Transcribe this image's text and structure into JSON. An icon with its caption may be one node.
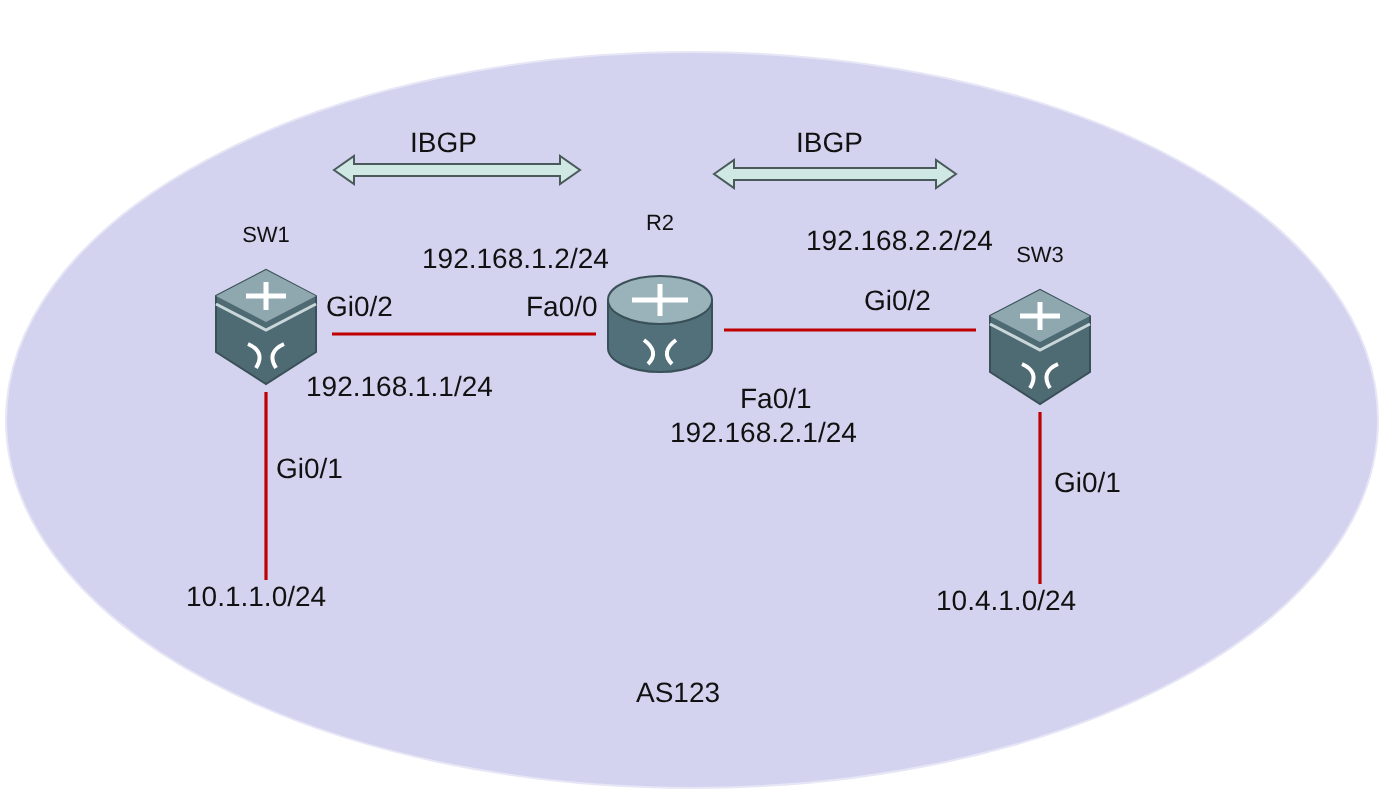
{
  "diagram": {
    "nodes": [
      {
        "text": [
          "AS123"
        ]
      },
      {
        "text": [
          "SW1"
        ],
        "in": 0
      },
      {
        "text": [
          "R2"
        ],
        "in": 0
      },
      {
        "text": [
          "SW3"
        ],
        "in": 0
      },
      {
        "text": [
          "10.1.1.0/24"
        ],
        "in": 0
      },
      {
        "text": [
          "10.4.1.0/24"
        ],
        "in": 0
      }
    ],
    "edges": [
      {
        "from": 1,
        "to": 2,
        "arrow": "none"
      },
      {
        "from": 2,
        "to": 3,
        "arrow": "none"
      },
      {
        "from": 1,
        "to": 4,
        "arrow": "none"
      },
      {
        "from": 3,
        "to": 5,
        "arrow": "none"
      }
    ],
    "labels": [
      "IBGP",
      "IBGP",
      "192.168.1.2/24",
      "192.168.2.2/24",
      "Gi0/2",
      "Fa0/0",
      "Gi0/2",
      "192.168.1.1/24",
      "Fa0/1",
      "192.168.2.1/24",
      "Gi0/1",
      "Gi0/1"
    ]
  }
}
